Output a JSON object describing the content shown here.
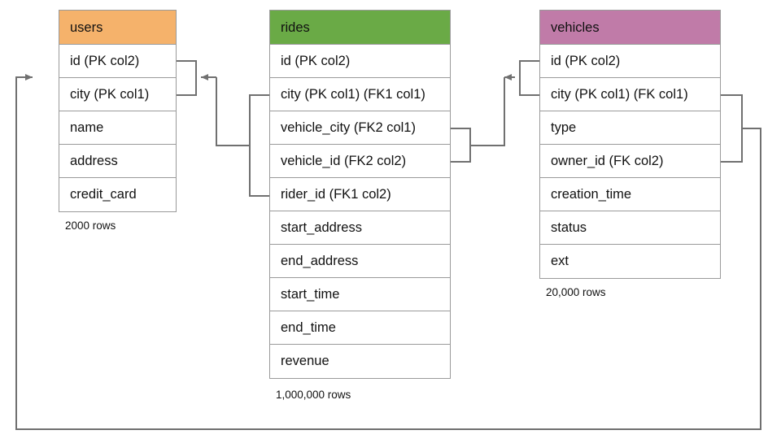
{
  "diagram": {
    "title": "database-schema-er-diagram",
    "colors": {
      "users_header": "#F5B26B",
      "rides_header": "#6AAA46",
      "vehicles_header": "#C07BA8",
      "border": "#9a9a9a",
      "edge": "#707070",
      "text": "#111111",
      "background": "#ffffff"
    },
    "entities": [
      {
        "id": "users",
        "name": "users",
        "header_color": "#F5B26B",
        "row_count": "2000 rows",
        "fields": [
          "id (PK col2)",
          "city (PK col1)",
          "name",
          "address",
          "credit_card"
        ]
      },
      {
        "id": "rides",
        "name": "rides",
        "header_color": "#6AAA46",
        "row_count": "1,000,000 rows",
        "fields": [
          "id (PK col2)",
          "city (PK col1) (FK1 col1)",
          "vehicle_city (FK2 col1)",
          "vehicle_id (FK2 col2)",
          "rider_id (FK1 col2)",
          "start_address",
          "end_address",
          "start_time",
          "end_time",
          "revenue"
        ]
      },
      {
        "id": "vehicles",
        "name": "vehicles",
        "header_color": "#C07BA8",
        "row_count": "20,000 rows",
        "fields": [
          "id (PK col2)",
          "city (PK col1) (FK col1)",
          "type",
          "owner_id (FK col2)",
          "creation_time",
          "status",
          "ext"
        ]
      }
    ],
    "relationships": [
      {
        "id": "fk1-rides-to-users",
        "label": "FK1",
        "from_entity": "rides",
        "from_fields": [
          "city (PK col1) (FK1 col1)",
          "rider_id (FK1 col2)"
        ],
        "to_entity": "users",
        "to_fields": [
          "id (PK col2)",
          "city (PK col1)"
        ],
        "arrow": "to_users"
      },
      {
        "id": "fk2-rides-to-vehicles",
        "label": "FK2",
        "from_entity": "rides",
        "from_fields": [
          "vehicle_city (FK2 col1)",
          "vehicle_id (FK2 col2)"
        ],
        "to_entity": "vehicles",
        "to_fields": [
          "id (PK col2)",
          "city (PK col1) (FK col1)"
        ],
        "arrow": "to_vehicles"
      },
      {
        "id": "fk-vehicles-to-users",
        "label": "FK",
        "from_entity": "vehicles",
        "from_fields": [
          "city (PK col1) (FK col1)",
          "owner_id (FK col2)"
        ],
        "to_entity": "users",
        "to_fields": [
          "id (PK col2)",
          "city (PK col1)"
        ],
        "arrow": "to_users"
      }
    ]
  }
}
